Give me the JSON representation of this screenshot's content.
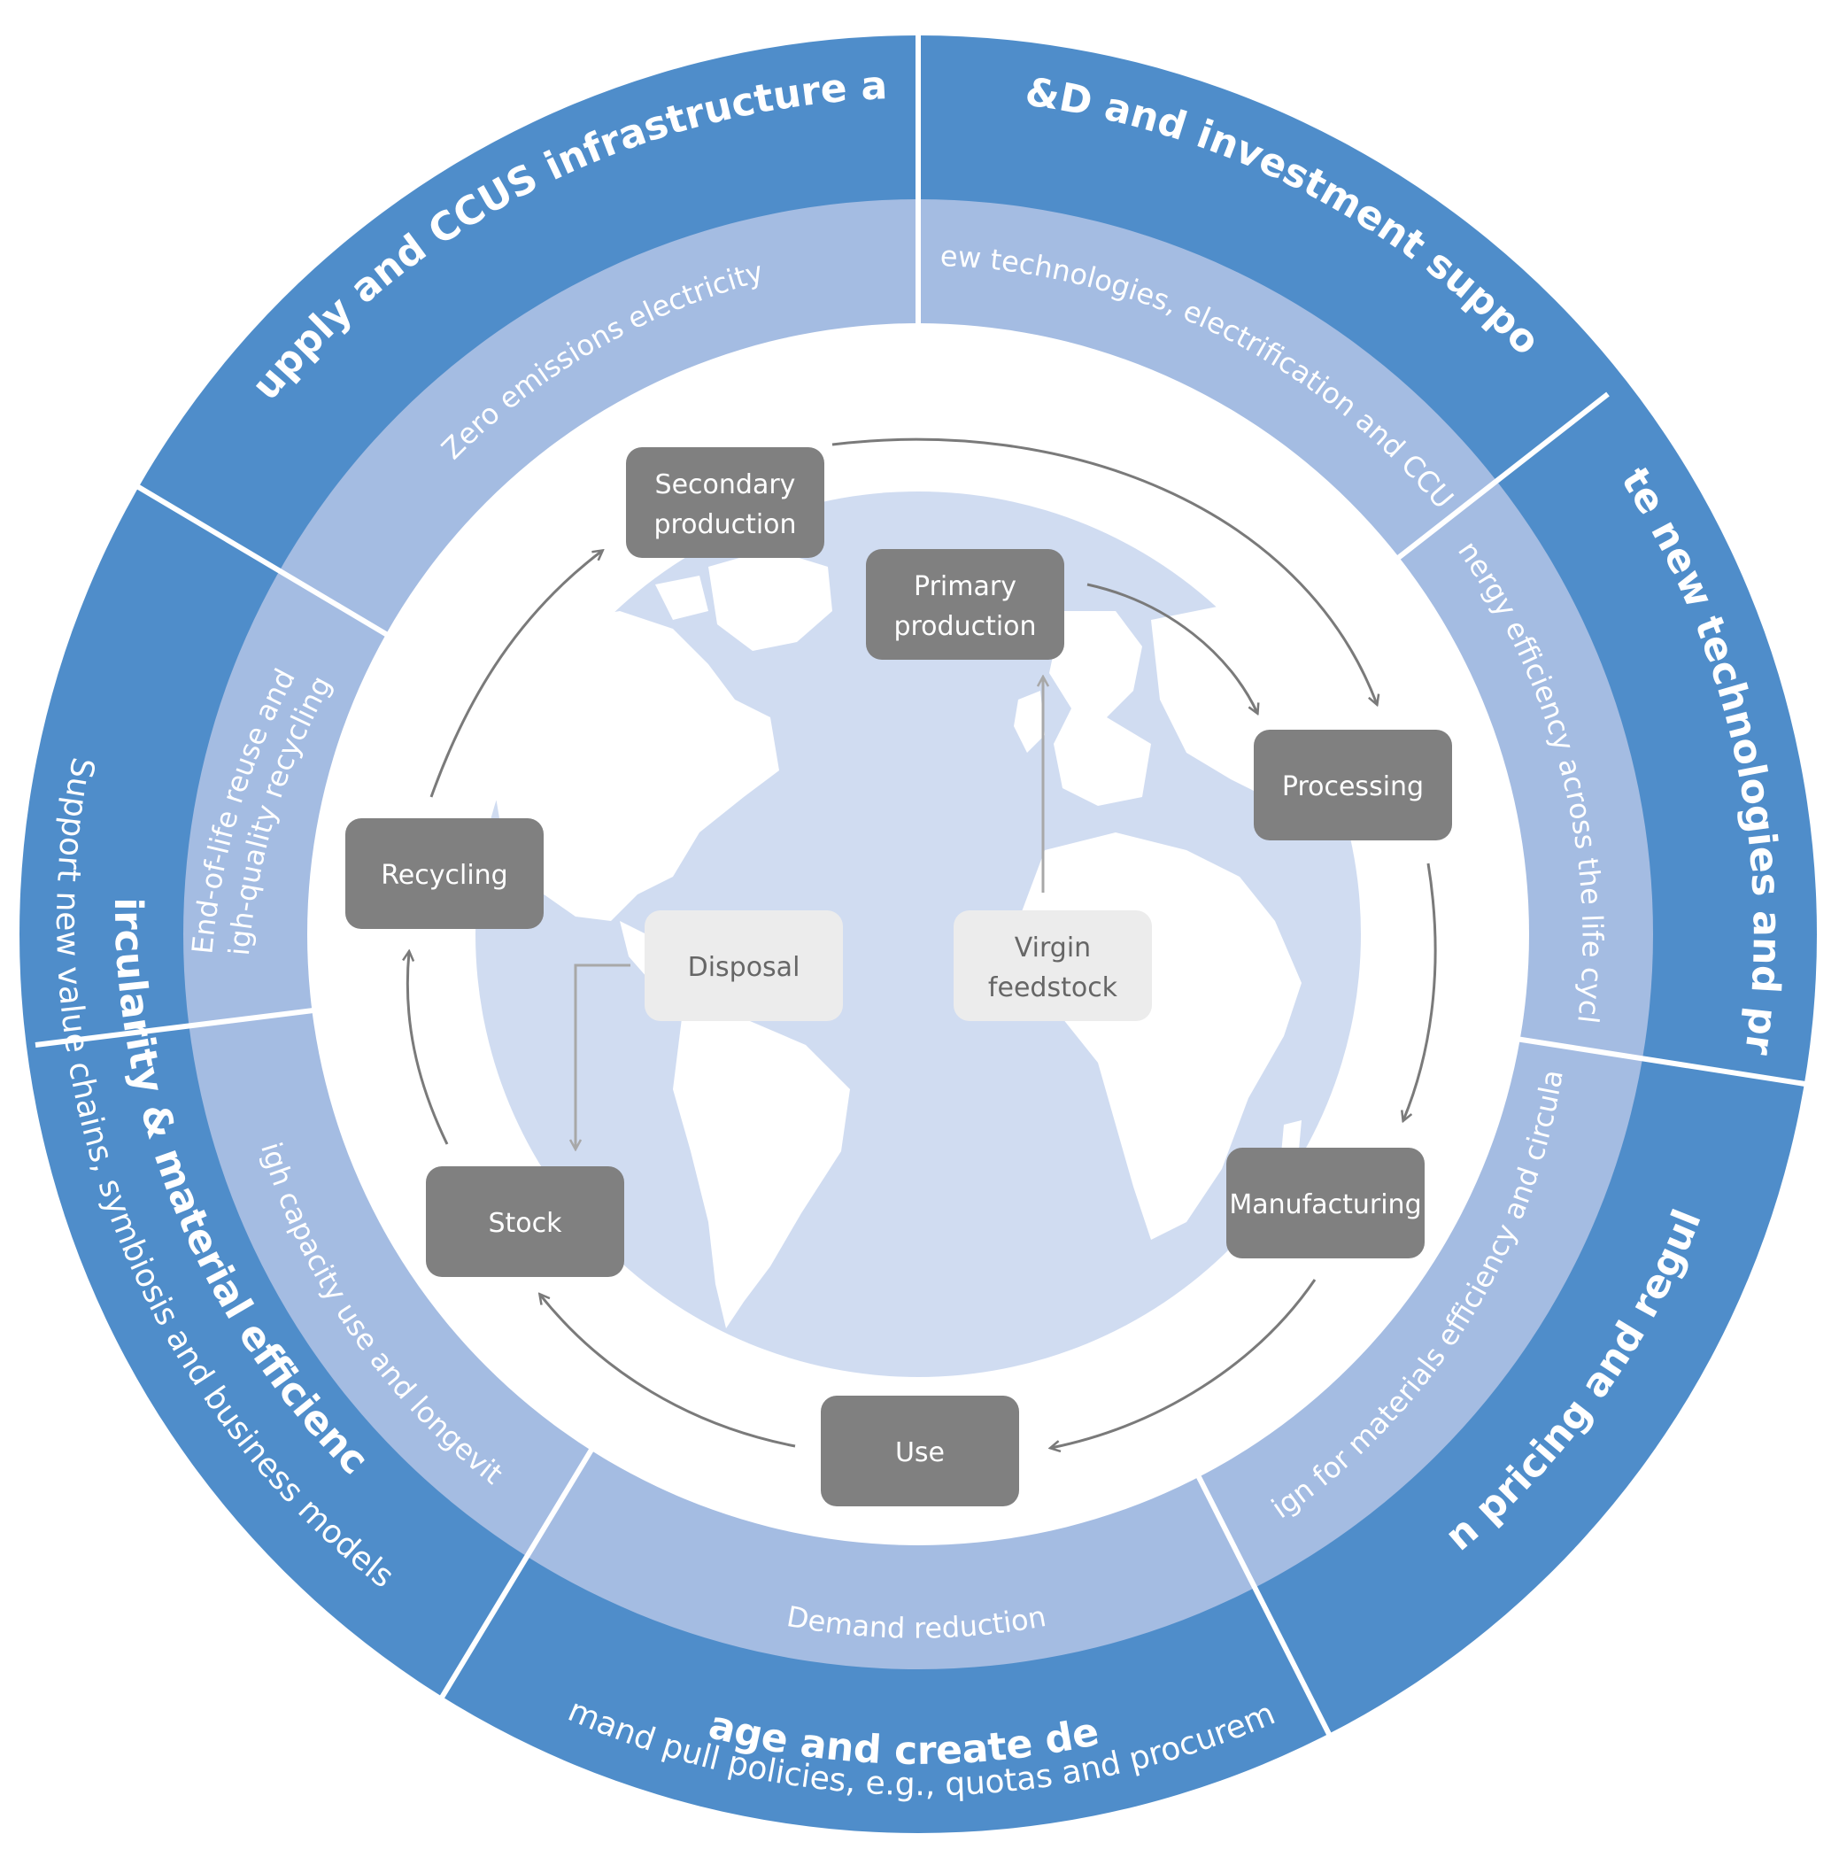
{
  "colors": {
    "outer_ring": "#4f8dca",
    "inner_ring": "#a4bce2",
    "globe": "#d0dcf1",
    "continents": "#ffffff",
    "node_dark": "#808080",
    "node_light": "#ececec",
    "arrow": "#7a7a7a",
    "arrow_light": "#a8a8a8"
  },
  "outer_ring": {
    "energy": {
      "title": "Energy supply and CCUS infrastructure and policy"
    },
    "rnd": {
      "title": "R&D and investment support"
    },
    "promote": {
      "title": "Promote new technologies and practices"
    },
    "carbon": {
      "title": "Carbon pricing and regulation"
    },
    "demand": {
      "title": "Manage and create demand",
      "subtitle": "Demand pull policies, e.g., quotas and procurement"
    },
    "circularity": {
      "title": "Circularity & material efficiency",
      "subtitle": "Support new value chains, symbiosis and business models"
    }
  },
  "inner_ring": {
    "zero_emissions": "Zero emissions electricity",
    "new_tech": "New technologies, electrification and CCUS",
    "energy_efficiency": "Energy efficiency across the life cycle",
    "design": "Design for materials efficiency and circularity",
    "demand_reduction": "Demand reduction",
    "high_capacity": "High capacity use and longevity",
    "end_of_life": [
      "End-of-life reuse and",
      "high-quality recycling"
    ]
  },
  "cycle": {
    "secondary_production": [
      "Secondary",
      "production"
    ],
    "primary_production": [
      "Primary",
      "production"
    ],
    "processing": "Processing",
    "manufacturing": "Manufacturing",
    "use": "Use",
    "stock": "Stock",
    "recycling": "Recycling",
    "disposal": "Disposal",
    "virgin_feedstock": [
      "Virgin",
      "feedstock"
    ]
  }
}
